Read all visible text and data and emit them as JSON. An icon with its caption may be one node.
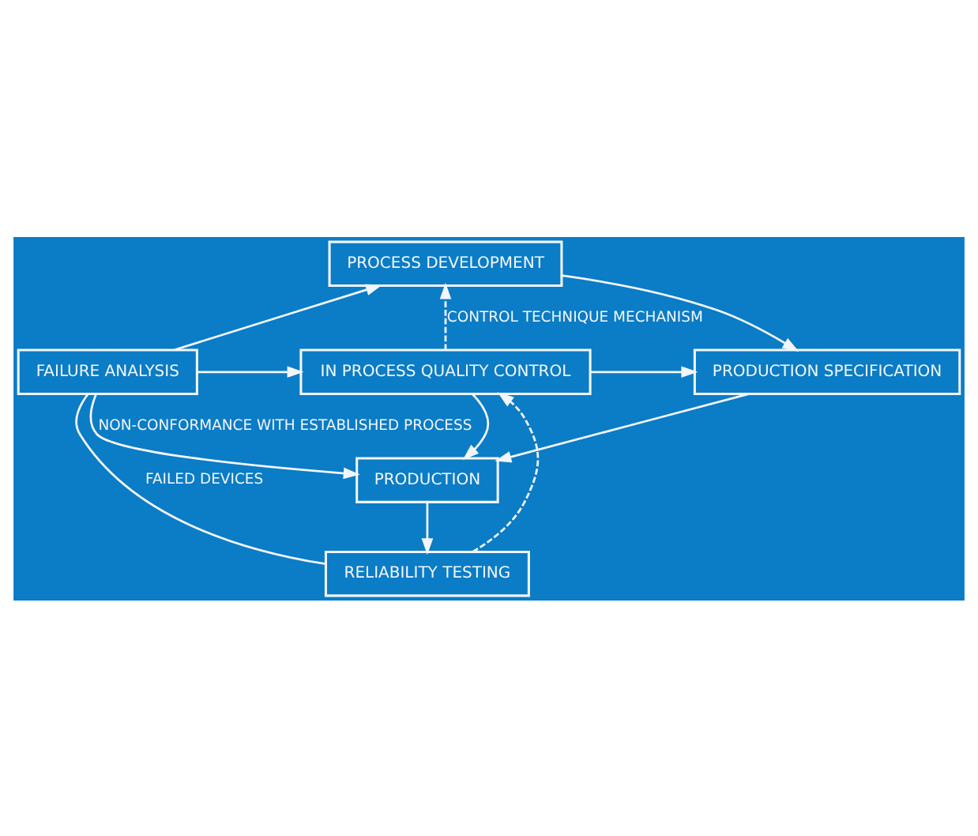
{
  "diagram": {
    "nodes": [
      {
        "text": [
          "PROCESS DEVELOPMENT"
        ]
      },
      {
        "text": [
          "PRODUCTION SPECIFICATION"
        ]
      },
      {
        "text": [
          "FAILURE ANALYSIS"
        ]
      },
      {
        "text": [
          "IN PROCESS QUALITY CONTROL"
        ]
      },
      {
        "text": [
          "PRODUCTION"
        ]
      },
      {
        "text": [
          "RELIABILITY TESTING"
        ]
      }
    ],
    "edges": [
      {
        "from": 2,
        "to": 0,
        "arrow": "to"
      },
      {
        "from": 0,
        "to": 1,
        "arrow": "to"
      },
      {
        "from": 2,
        "to": 3,
        "arrow": "to"
      },
      {
        "from": 3,
        "to": 1,
        "arrow": "to"
      },
      {
        "from": 3,
        "to": 4,
        "arrow": "to"
      },
      {
        "from": 1,
        "to": 4,
        "arrow": "to"
      },
      {
        "from": 2,
        "to": 4,
        "arrow": "to",
        "label": "NON-CONFORMANCE WITH ESTABLISHED PROCESS"
      },
      {
        "from": 4,
        "to": 5,
        "arrow": "to"
      },
      {
        "from": 5,
        "to": 2,
        "arrow": "none",
        "label": "FAILED DEVICES"
      },
      {
        "from": 5,
        "to": 3,
        "arrow": "to",
        "style": "dashed"
      },
      {
        "from": 3,
        "to": 0,
        "arrow": "to",
        "style": "dashed",
        "label": "CONTROL TECHNIQUE MECHANISM"
      }
    ]
  }
}
